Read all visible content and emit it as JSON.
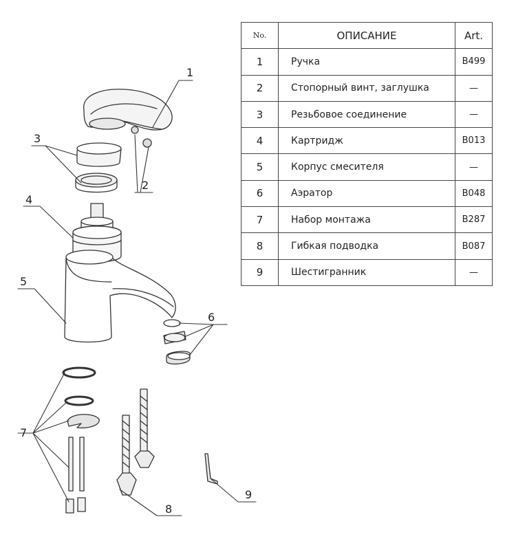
{
  "table": {
    "headers": {
      "no": "No.",
      "description": "ОПИСАНИЕ",
      "art": "Art."
    },
    "rows": [
      {
        "no": "1",
        "description": "Ручка",
        "art": "B499"
      },
      {
        "no": "2",
        "description": "Стопорный винт, заглушка",
        "art": "—"
      },
      {
        "no": "3",
        "description": "Резьбовое соединение",
        "art": "—"
      },
      {
        "no": "4",
        "description": "Картридж",
        "art": "B013"
      },
      {
        "no": "5",
        "description": "Корпус смесителя",
        "art": "—"
      },
      {
        "no": "6",
        "description": "Аэратор",
        "art": "B048"
      },
      {
        "no": "7",
        "description": "Набор монтажа",
        "art": "B287"
      },
      {
        "no": "8",
        "description": "Гибкая подводка",
        "art": "B087"
      },
      {
        "no": "9",
        "description": "Шестигранник",
        "art": "—"
      }
    ]
  },
  "callouts": [
    "1",
    "2",
    "3",
    "4",
    "5",
    "6",
    "7",
    "8",
    "9"
  ]
}
